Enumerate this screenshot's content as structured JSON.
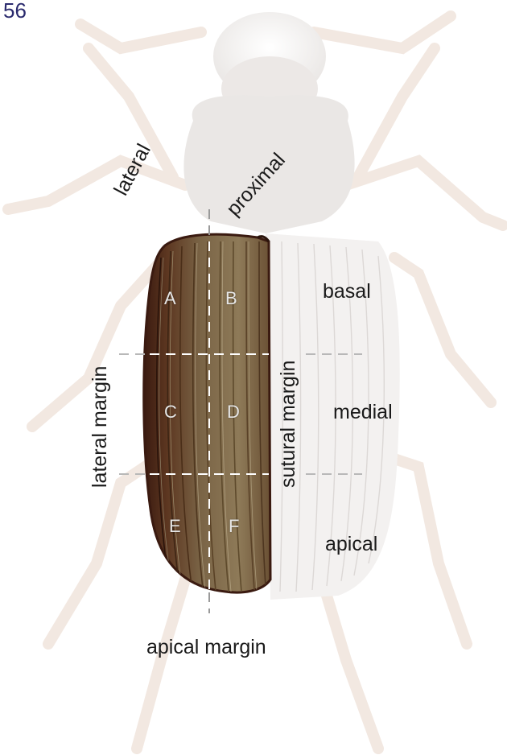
{
  "page_number": "56",
  "labels": {
    "lateral": "lateral",
    "proximal": "proximal",
    "basal": "basal",
    "medial": "medial",
    "apical": "apical",
    "lateral_margin": "lateral margin",
    "sutural_margin": "sutural margin",
    "apical_margin": "apical margin"
  },
  "cells": [
    "A",
    "B",
    "C",
    "D",
    "E",
    "F"
  ],
  "colors": {
    "elytron_dark": "#4a2414",
    "elytron_mid": "#7a5a3a",
    "elytron_light": "#9a8462",
    "ghost_body": "#ece8e6",
    "ghost_legs": "#f1e8e2",
    "dash": "#ffffff",
    "dash_outside": "#b8b8b8",
    "page_number": "#2b2b6e"
  }
}
